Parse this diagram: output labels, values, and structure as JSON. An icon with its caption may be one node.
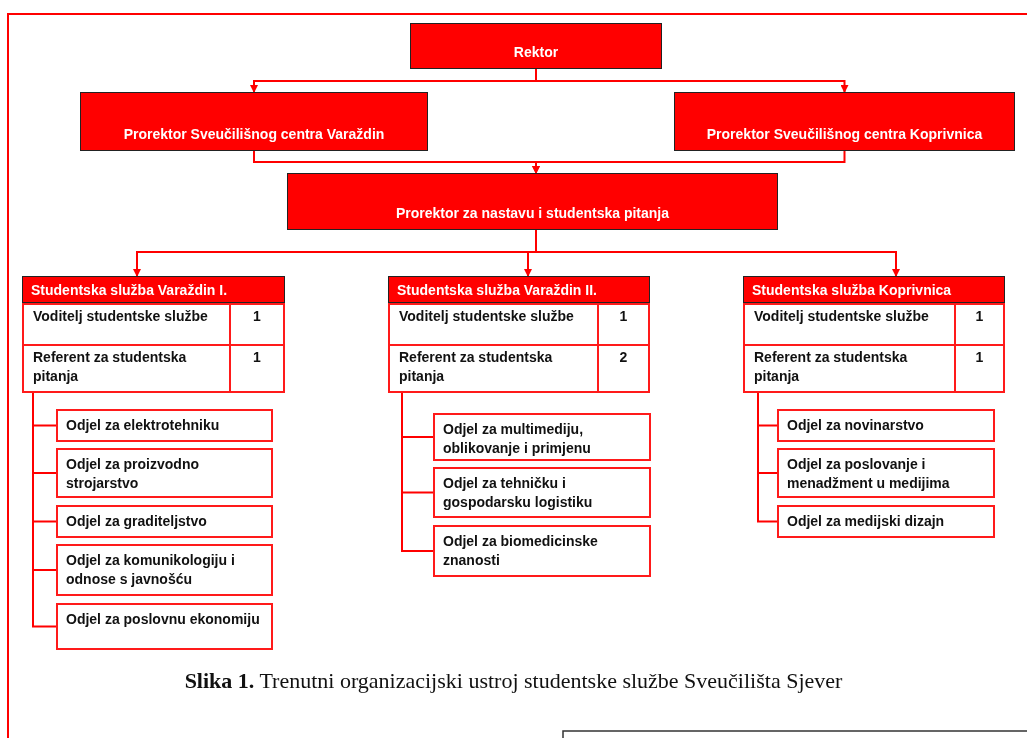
{
  "diagram": {
    "caption": "**Slika 1.** Trenutni organizacijski ustroj studentske službe Sveučilišta Sjever",
    "nodes": [
      {
        "text": [
          "Rektor"
        ]
      },
      {
        "text": [
          "Prorektor Sveučilišnog centra Varaždin"
        ]
      },
      {
        "text": [
          "Prorektor Sveučilišnog centra Koprivnica"
        ]
      },
      {
        "text": [
          "Prorektor za nastavu i studentska pitanja"
        ]
      },
      {
        "text": [
          "Studentska služba Varaždin I.",
          "Voditelj studentske službe",
          "1",
          "Referent za studentska pitanja",
          "1"
        ]
      },
      {
        "text": [
          "Odjel za elektrotehniku"
        ]
      },
      {
        "text": [
          "Odjel za proizvodno strojarstvo"
        ]
      },
      {
        "text": [
          "Odjel za graditeljstvo"
        ]
      },
      {
        "text": [
          "Odjel za komunikologiju i odnose s javnošću"
        ]
      },
      {
        "text": [
          "Odjel za poslovnu ekonomiju"
        ]
      },
      {
        "text": [
          "Studentska služba Varaždin II.",
          "Voditelj studentske službe",
          "1",
          "Referent za studentska pitanja",
          "2"
        ]
      },
      {
        "text": [
          "Odjel za multimediju, oblikovanje i primjenu"
        ]
      },
      {
        "text": [
          "Odjel za tehničku i gospodarsku logistiku"
        ]
      },
      {
        "text": [
          "Odjel za biomedicinske znanosti"
        ]
      },
      {
        "text": [
          "Studentska služba Koprivnica",
          "Voditelj studentske službe",
          "1",
          "Referent za studentska pitanja",
          "1"
        ]
      },
      {
        "text": [
          "Odjel za novinarstvo"
        ]
      },
      {
        "text": [
          "Odjel za poslovanje i menadžment u medijima"
        ]
      },
      {
        "text": [
          "Odjel za medijski dizajn"
        ]
      }
    ],
    "edges": [
      {
        "from": 0,
        "to": 1,
        "arrow": "to"
      },
      {
        "from": 0,
        "to": 2,
        "arrow": "to"
      },
      {
        "from": 1,
        "to": 3,
        "arrow": "to"
      },
      {
        "from": 2,
        "to": 3,
        "arrow": "to"
      },
      {
        "from": 3,
        "to": 4,
        "arrow": "to"
      },
      {
        "from": 3,
        "to": 10,
        "arrow": "to"
      },
      {
        "from": 3,
        "to": 14,
        "arrow": "to"
      },
      {
        "from": 4,
        "to": 5,
        "arrow": "none"
      },
      {
        "from": 4,
        "to": 6,
        "arrow": "none"
      },
      {
        "from": 4,
        "to": 7,
        "arrow": "none"
      },
      {
        "from": 4,
        "to": 8,
        "arrow": "none"
      },
      {
        "from": 4,
        "to": 9,
        "arrow": "none"
      },
      {
        "from": 10,
        "to": 11,
        "arrow": "none"
      },
      {
        "from": 10,
        "to": 12,
        "arrow": "none"
      },
      {
        "from": 10,
        "to": 13,
        "arrow": "none"
      },
      {
        "from": 14,
        "to": 15,
        "arrow": "none"
      },
      {
        "from": 14,
        "to": 16,
        "arrow": "none"
      },
      {
        "from": 14,
        "to": 17,
        "arrow": "none"
      }
    ]
  }
}
